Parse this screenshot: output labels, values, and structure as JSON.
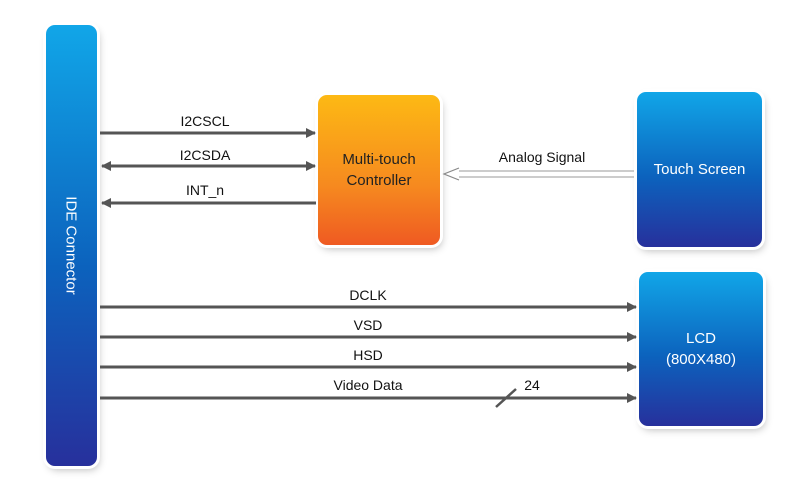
{
  "blocks": {
    "ide_connector": "IDE Connector",
    "multitouch_controller": [
      "Multi-touch",
      "Controller"
    ],
    "touch_screen": "Touch Screen",
    "lcd": [
      "LCD",
      "(800X480)"
    ]
  },
  "signals": {
    "i2cscl": {
      "label": "I2CSCL",
      "direction": "IDE → Controller"
    },
    "i2csda": {
      "label": "I2CSDA",
      "direction": "bidirectional"
    },
    "int_n": {
      "label": "INT_n",
      "direction": "Controller → IDE"
    },
    "analog_signal": {
      "label": "Analog Signal",
      "direction": "Touch Screen → Controller"
    },
    "dclk": {
      "label": "DCLK",
      "direction": "IDE → LCD"
    },
    "vsd": {
      "label": "VSD",
      "direction": "IDE → LCD"
    },
    "hsd": {
      "label": "HSD",
      "direction": "IDE → LCD"
    },
    "video_data": {
      "label": "Video Data",
      "direction": "IDE → LCD",
      "bus_width": "24"
    }
  },
  "colors": {
    "blue_top": "#11a6e8",
    "blue_bottom": "#27309c",
    "orange_top": "#fdb914",
    "orange_bottom": "#ef5a22",
    "wire": "#555555"
  }
}
